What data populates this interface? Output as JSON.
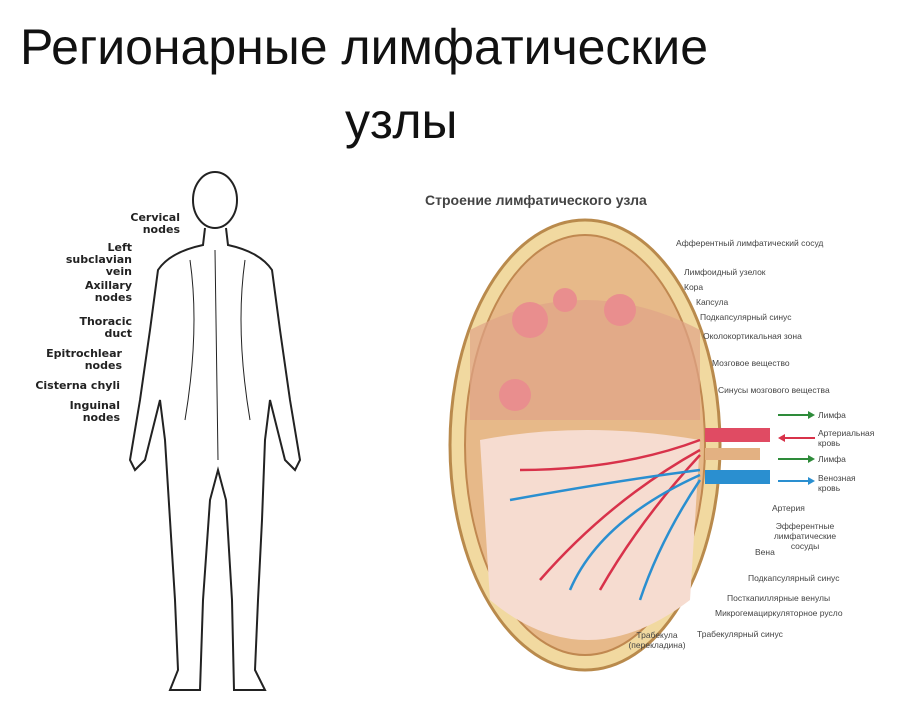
{
  "title": {
    "line1": "Регионарные лимфатические",
    "line2": "узлы"
  },
  "body_figure": {
    "labels": [
      "Cervical nodes",
      "Left subclavian vein",
      "Axillary nodes",
      "Thoracic duct",
      "Epitrochlear nodes",
      "Cisterna chyli",
      "Inguinal nodes"
    ]
  },
  "node_diagram": {
    "title": "Строение лимфатического узла",
    "labels": [
      "Афферентный лимфатический сосуд",
      "Лимфоидный узелок",
      "Кора",
      "Капсула",
      "Подкапсулярный синус",
      "Околокортикальная зона",
      "Мозговое вещество",
      "Синусы мозгового вещества",
      "Артерия",
      "Эфферентные лимфатические сосуды",
      "Вена",
      "Подкапсулярный синус",
      "Посткапиллярные венулы",
      "Микрогемациркуляторное русло",
      "Трабекулярный синус",
      "Трабекула (перекладина)"
    ],
    "legend": [
      {
        "label": "Лимфа",
        "color": "#2e8b3a"
      },
      {
        "label": "Артериальная кровь",
        "color": "#d8324a"
      },
      {
        "label": "Лимфа",
        "color": "#2e8b3a"
      },
      {
        "label": "Венозная кровь",
        "color": "#2a8fd0"
      }
    ]
  }
}
